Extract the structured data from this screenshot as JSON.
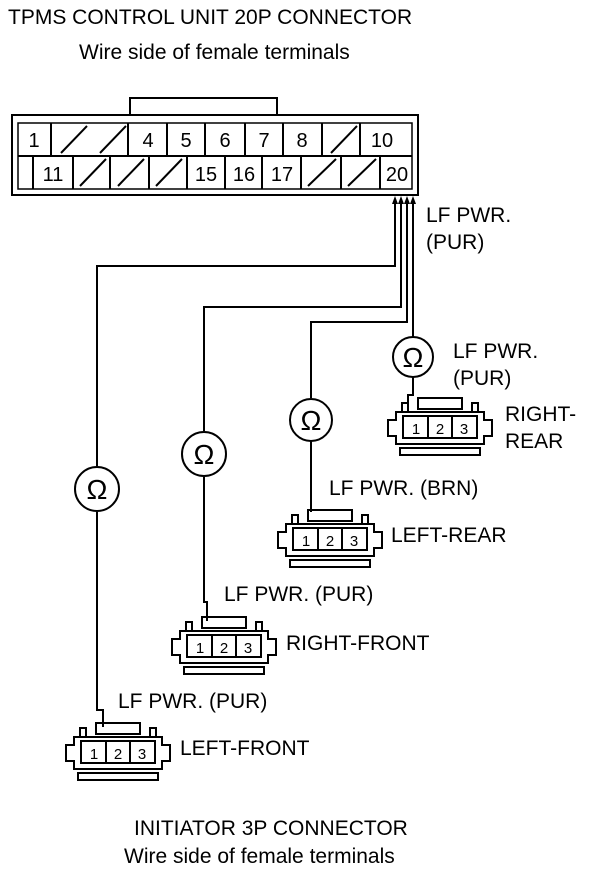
{
  "header": {
    "title": "TPMS CONTROL UNIT 20P CONNECTOR",
    "subtitle": "Wire side of female terminals"
  },
  "control_connector": {
    "row1": [
      "1",
      "",
      "",
      "4",
      "5",
      "6",
      "7",
      "8",
      "",
      "10"
    ],
    "row2": [
      "",
      "11",
      "",
      "",
      "",
      "15",
      "16",
      "17",
      "",
      "",
      "20"
    ]
  },
  "meter_symbol": "Ω",
  "wire_label_top": {
    "line1": "LF PWR.",
    "line2": "(PUR)"
  },
  "initiators": [
    {
      "position": "RIGHT-REAR",
      "position_line1": "RIGHT-",
      "position_line2": "REAR",
      "wire_line1": "LF PWR.",
      "wire_line2": "(PUR)",
      "pins": [
        "1",
        "2",
        "3"
      ]
    },
    {
      "position": "LEFT-REAR",
      "wire_label": "LF PWR. (BRN)",
      "pins": [
        "1",
        "2",
        "3"
      ]
    },
    {
      "position": "RIGHT-FRONT",
      "wire_label": "LF PWR. (PUR)",
      "pins": [
        "1",
        "2",
        "3"
      ]
    },
    {
      "position": "LEFT-FRONT",
      "wire_label": "LF PWR. (PUR)",
      "pins": [
        "1",
        "2",
        "3"
      ]
    }
  ],
  "footer": {
    "title": "INITIATOR 3P CONNECTOR",
    "subtitle": "Wire side of female terminals"
  }
}
